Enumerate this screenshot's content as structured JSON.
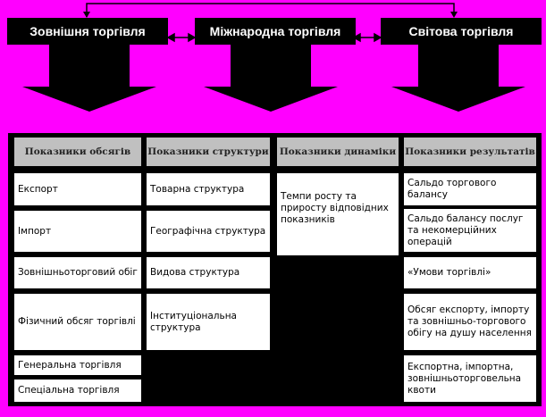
{
  "top": {
    "left": "Зовнішня торгівля",
    "center": "Міжнародна торгівля",
    "right": "Світова торгівля"
  },
  "headers": {
    "volume": "Показники обсягів",
    "structure": "Показники структури",
    "dynamics": "Показники динаміки",
    "results": "Показники результатів"
  },
  "volume": [
    "Експорт",
    "Імпорт",
    "Зовнішньоторговий обіг",
    "Фізичний обсяг торгівлі",
    "Генеральна  торгівля",
    "Спеціальна торгівля"
  ],
  "structure": [
    "Товарна структура",
    "Географічна структура",
    "Видова структура",
    "Інституціональна структура"
  ],
  "dynamics": [
    "Темпи росту та приросту відповідних показників"
  ],
  "results": [
    "Сальдо торгового балансу",
    "Сальдо балансу послуг та некомерційних операцій",
    "«Умови торгівлі»",
    "Обсяг експорту, імпорту та зовнішньо-торгового обігу на душу населення",
    "Експортна, імпортна, зовнішньоторговельна квоти"
  ]
}
